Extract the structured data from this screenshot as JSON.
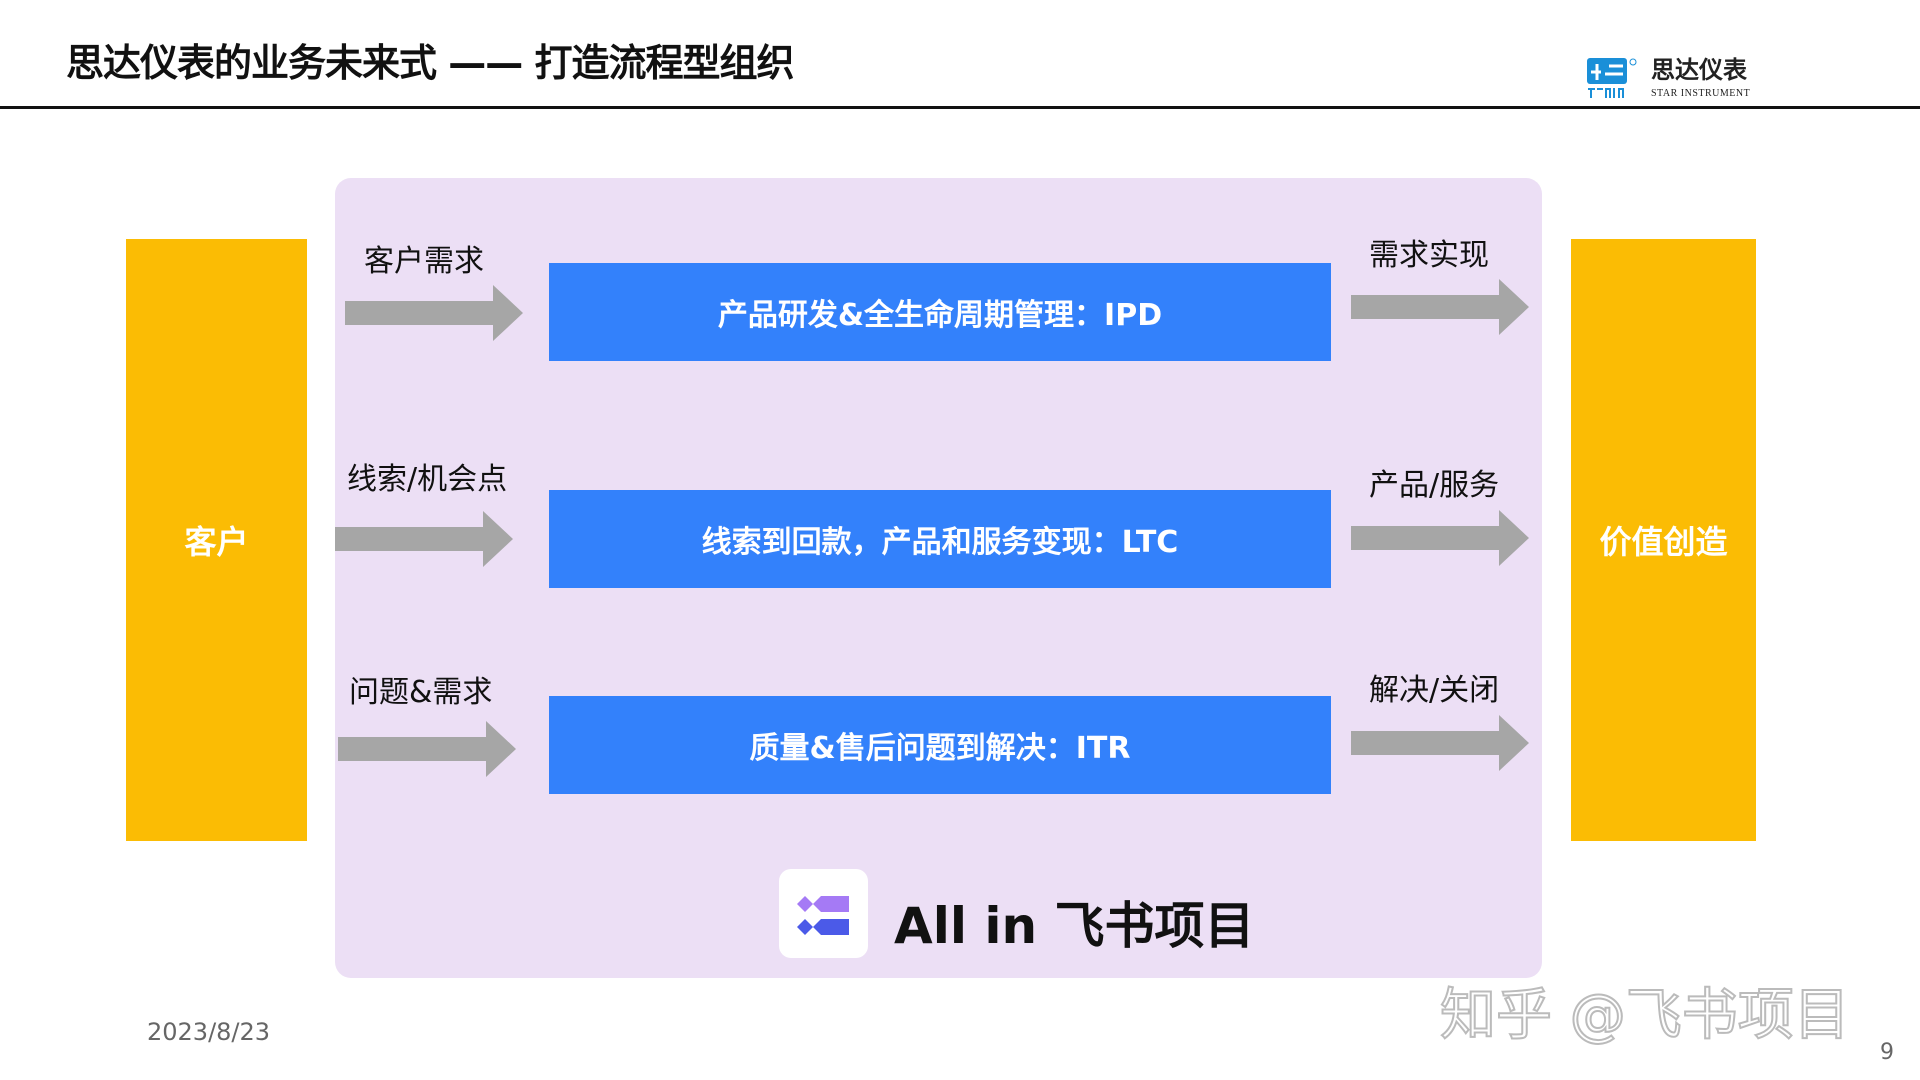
{
  "header": {
    "title": "思达仪表的业务未来式 —— 打造流程型组织",
    "logo_text": "思达仪表",
    "logo_subtext": "STAR INSTRUMENT",
    "logo_mark": "STAR"
  },
  "left_box": "客户",
  "right_box": "价值创造",
  "rows": [
    {
      "input": "客户需求",
      "process": "产品研发&全生命周期管理：IPD",
      "output": "需求实现"
    },
    {
      "input": "线索/机会点",
      "process": "线索到回款，产品和服务变现：LTC",
      "output": "产品/服务"
    },
    {
      "input": "问题&需求",
      "process": "质量&售后问题到解决：ITR",
      "output": "解决/关闭"
    }
  ],
  "footer_banner": {
    "text": "All in 飞书项目",
    "icon": "feishu-project-icon"
  },
  "date": "2023/8/23",
  "page_number": "9",
  "watermark": "知乎 @飞书项目",
  "colors": {
    "yellow": "#fbbc04",
    "blue": "#3381fb",
    "panel": "#ecdff5",
    "arrow": "#a6a6a6",
    "logo_blue": "#1a8fd8"
  }
}
